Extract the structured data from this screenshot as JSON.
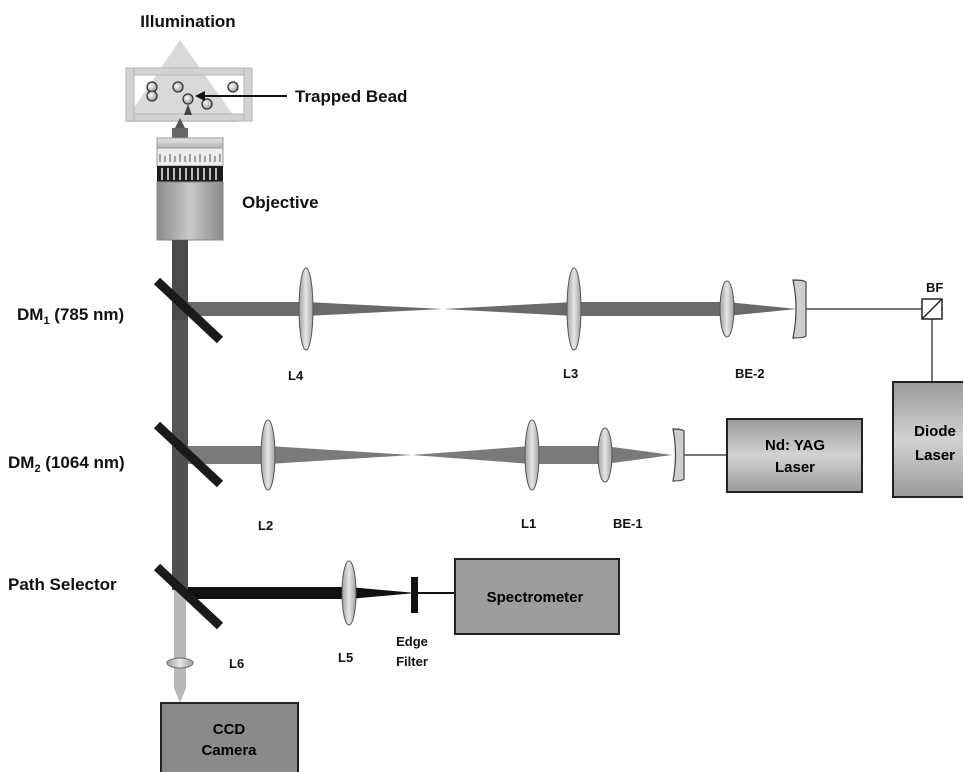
{
  "labels": {
    "illumination": "Illumination",
    "trapped_bead": "Trapped Bead",
    "objective": "Objective",
    "dm1_prefix": "DM",
    "dm1_sub": "1",
    "dm1_suffix": " (785 nm)",
    "dm2_prefix": "DM",
    "dm2_sub": "2",
    "dm2_suffix": " (1064 nm)",
    "path_selector": "Path Selector",
    "bf": "BF",
    "l1": "L1",
    "l2": "L2",
    "l3": "L3",
    "l4": "L4",
    "l5": "L5",
    "l6": "L6",
    "be1": "BE-1",
    "be2": "BE-2",
    "edge_line1": "Edge",
    "edge_line2": "Filter"
  },
  "boxes": {
    "ndyag_line1": "Nd: YAG",
    "ndyag_line2": "Laser",
    "diode_line1": "Diode",
    "diode_line2": "Laser",
    "spectrometer": "Spectrometer",
    "ccd_line1": "CCD",
    "ccd_line2": "Camera"
  }
}
